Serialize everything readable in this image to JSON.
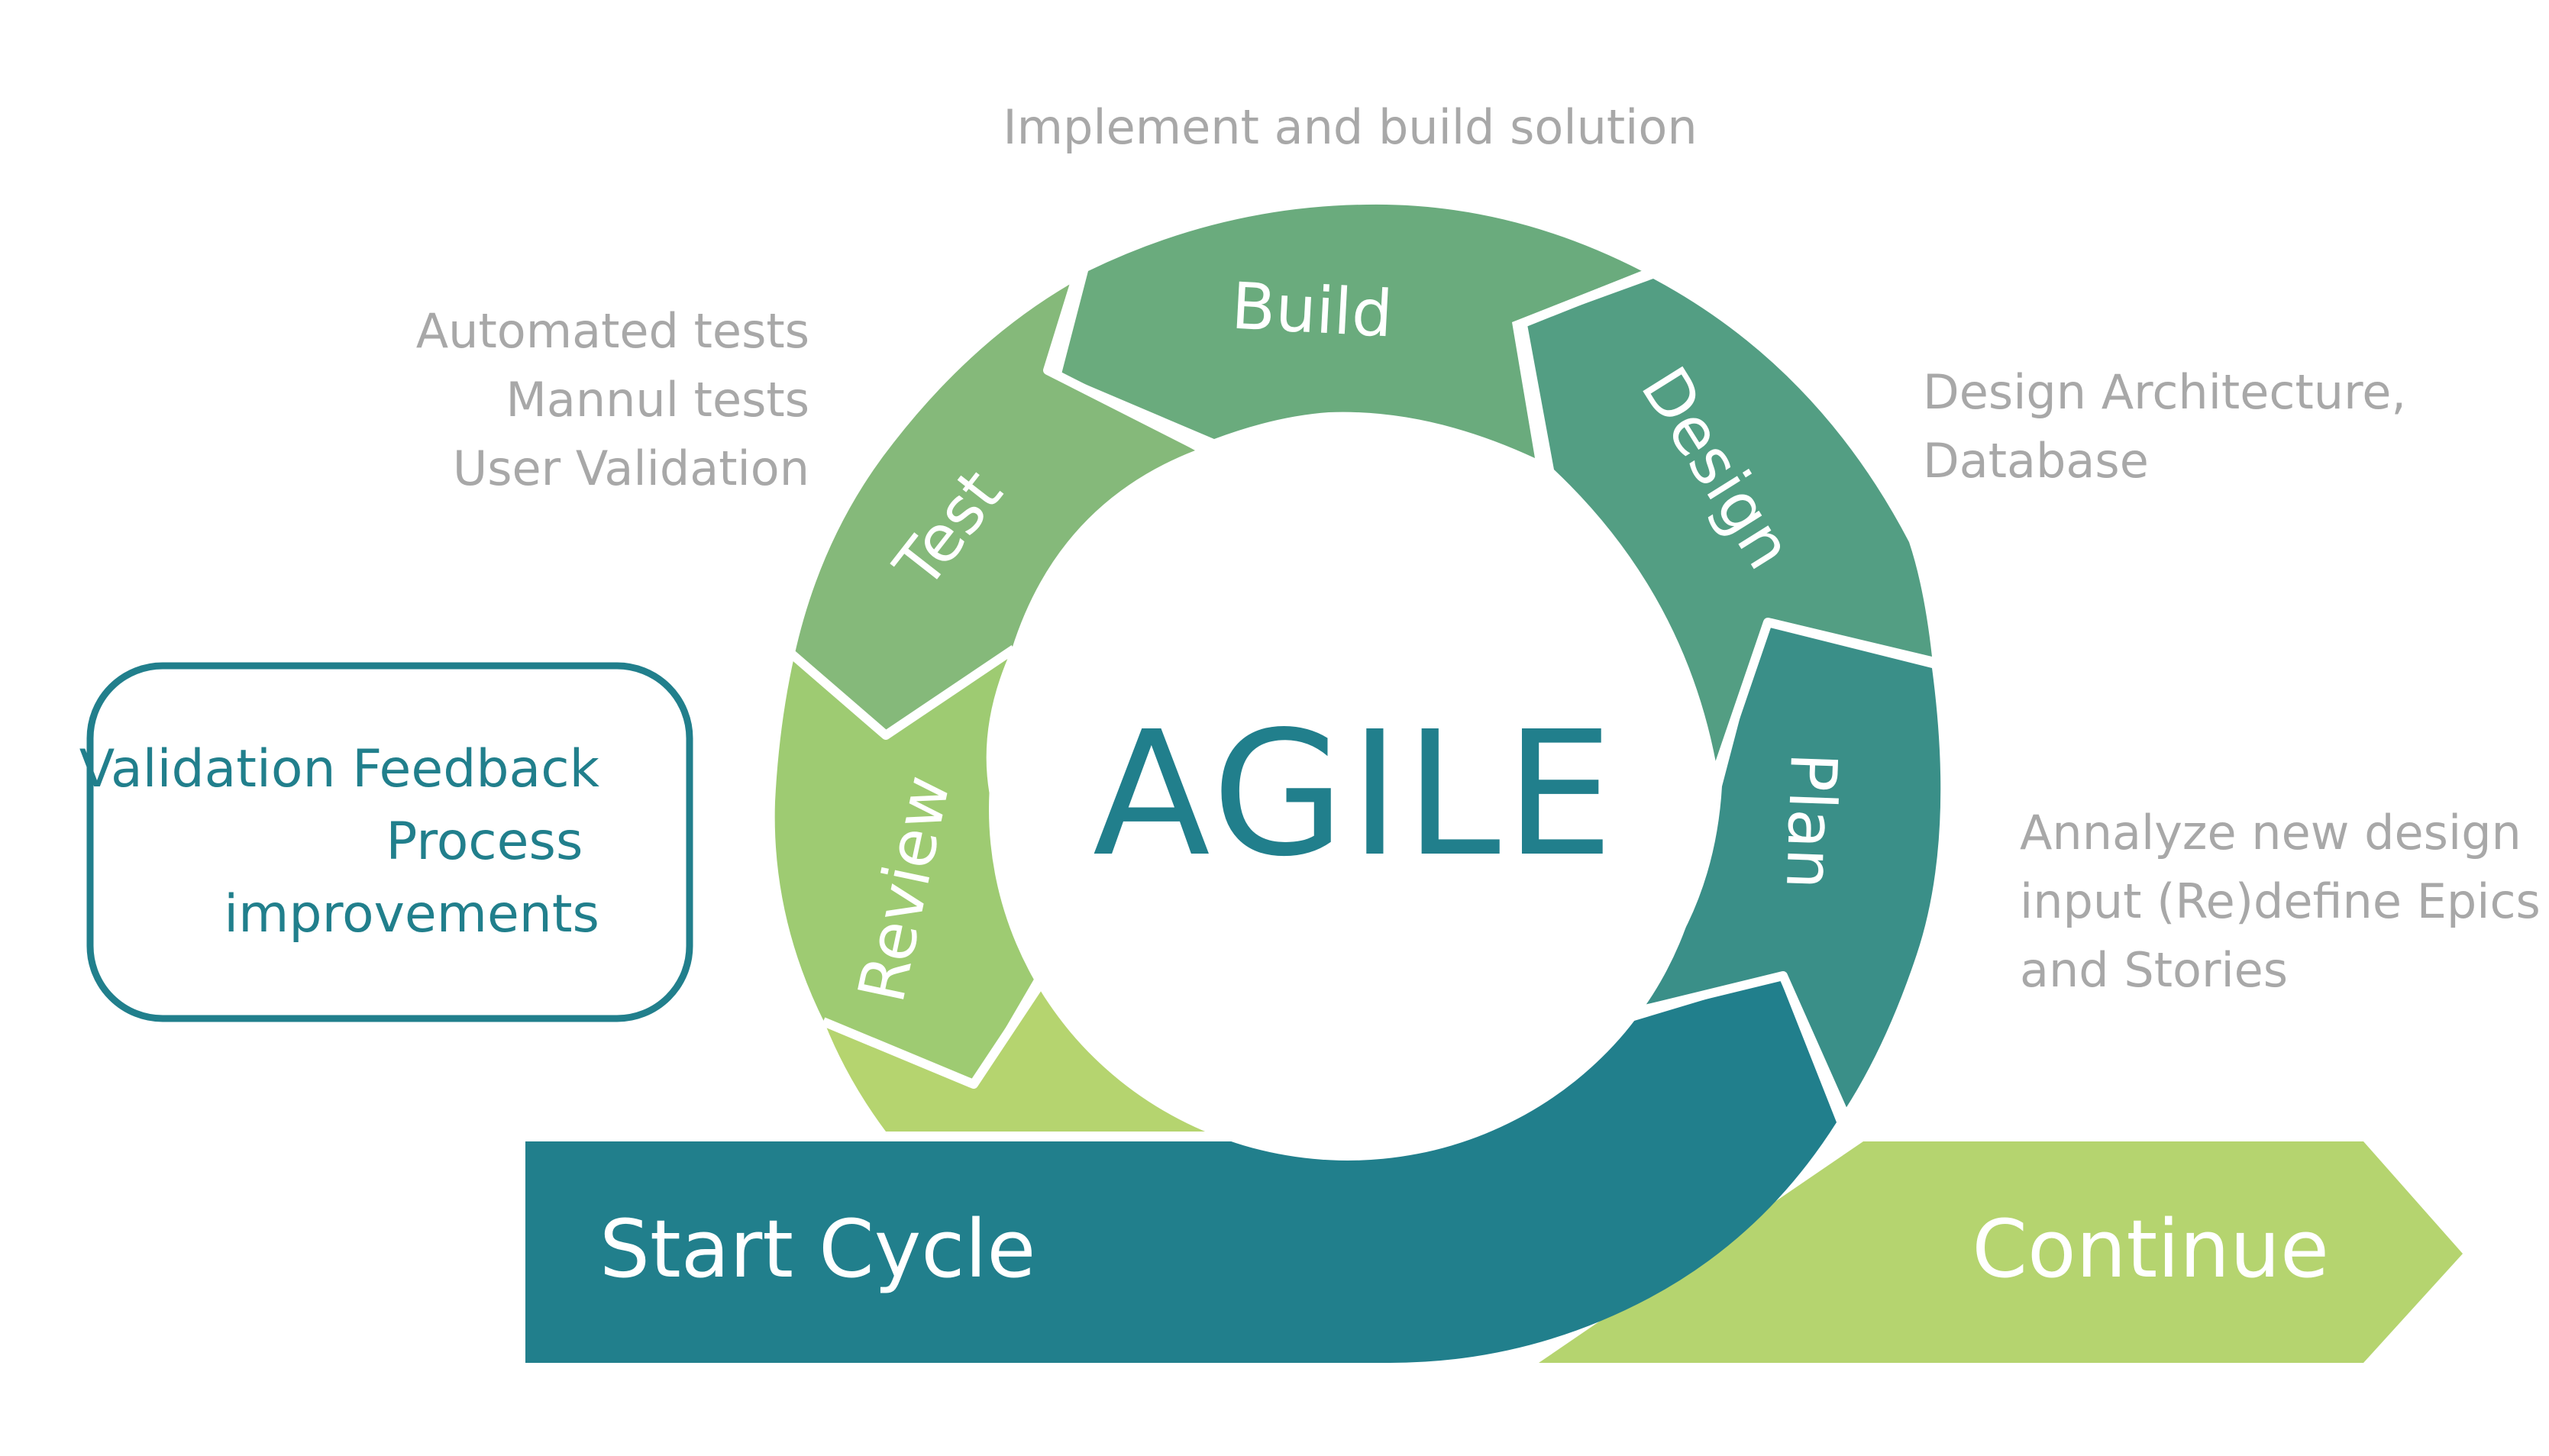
{
  "center": {
    "title": "AGILE"
  },
  "segments": {
    "build": {
      "label": "Build"
    },
    "design": {
      "label": "Design"
    },
    "plan": {
      "label": "Plan"
    },
    "review": {
      "label": "Review"
    },
    "test": {
      "label": "Test"
    }
  },
  "descriptions": {
    "build": [
      "Implement and build solution"
    ],
    "test": [
      "Automated tests",
      "Mannul tests",
      "User Validation"
    ],
    "design": [
      "Design Architecture,",
      "Database"
    ],
    "plan": [
      "Annalyze new design",
      "input (Re)define Epics",
      "and Stories"
    ]
  },
  "feedback_box": {
    "lines": [
      "Validation Feedback",
      "Process ",
      "improvements"
    ]
  },
  "arrows": {
    "start": "Start Cycle",
    "continue": "Continue"
  },
  "colors": {
    "build": "#6aab7d",
    "design": "#539e83",
    "plan": "#3a8f88",
    "test": "#85b97a",
    "review": "#9ecb72",
    "tail": "#b5d46f",
    "start_band": "#217f8c",
    "continue_arrow": "#b5d46f",
    "agile_text": "#217f8c",
    "box_border": "#217f8c",
    "desc_text": "#a8a8a8"
  }
}
